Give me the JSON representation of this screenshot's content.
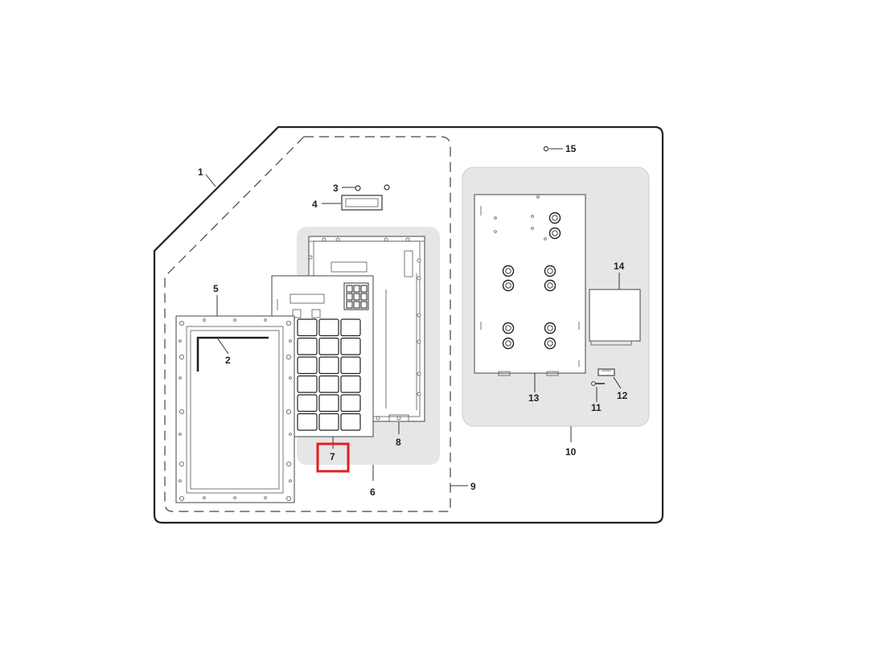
{
  "diagram": {
    "callouts": {
      "c1": "1",
      "c2": "2",
      "c3": "3",
      "c4": "4",
      "c5": "5",
      "c6": "6",
      "c7": "7",
      "c8": "8",
      "c9": "9",
      "c10": "10",
      "c11": "11",
      "c12": "12",
      "c13": "13",
      "c14": "14",
      "c15": "15"
    },
    "highlighted_callout": "7",
    "colors": {
      "outline": "#222222",
      "group_fill": "#e6e6e6",
      "highlight": "#e0201c",
      "line": "#333333"
    }
  }
}
